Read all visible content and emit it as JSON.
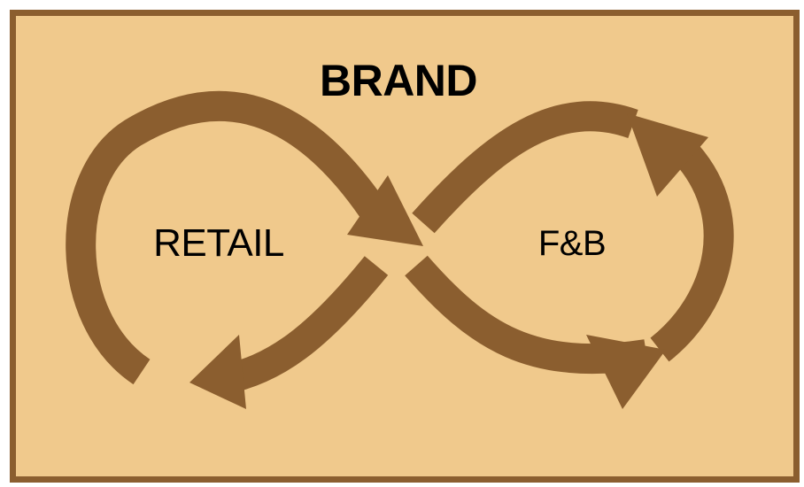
{
  "labels": {
    "top": "BRAND",
    "left": "RETAIL",
    "right": "F&B"
  },
  "colors": {
    "background": "#F0C98C",
    "arrow": "#8B5E2F",
    "text": "#000000"
  }
}
